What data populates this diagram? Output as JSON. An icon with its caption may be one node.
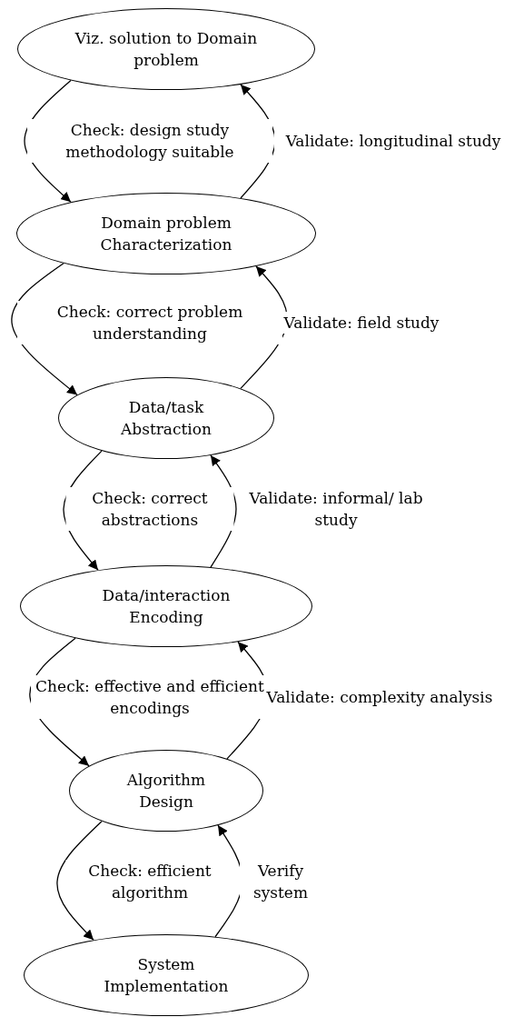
{
  "diagram": {
    "nodes": [
      {
        "text": [
          "Viz. solution to Domain problem"
        ]
      },
      {
        "text": [
          "Domain problem Characterization"
        ]
      },
      {
        "text": [
          "Data/task Abstraction"
        ]
      },
      {
        "text": [
          "Data/interaction Encoding"
        ]
      },
      {
        "text": [
          "Algorithm Design"
        ]
      },
      {
        "text": [
          "System Implementation"
        ]
      }
    ],
    "edges": [
      {
        "from": 0,
        "to": 1,
        "arrow": "to",
        "label": "Check: design study methodology suitable"
      },
      {
        "from": 1,
        "to": 0,
        "arrow": "to",
        "label": "Validate: longitudinal study"
      },
      {
        "from": 1,
        "to": 2,
        "arrow": "to",
        "label": "Check: correct problem understanding"
      },
      {
        "from": 2,
        "to": 1,
        "arrow": "to",
        "label": "Validate: field study"
      },
      {
        "from": 2,
        "to": 3,
        "arrow": "to",
        "label": "Check: correct abstractions"
      },
      {
        "from": 3,
        "to": 2,
        "arrow": "to",
        "label": "Validate: informal/ lab study"
      },
      {
        "from": 3,
        "to": 4,
        "arrow": "to",
        "label": "Check: effective and efficient encodings"
      },
      {
        "from": 4,
        "to": 3,
        "arrow": "to",
        "label": "Validate: complexity analysis"
      },
      {
        "from": 4,
        "to": 5,
        "arrow": "to",
        "label": "Check: efficient algorithm"
      },
      {
        "from": 5,
        "to": 4,
        "arrow": "to",
        "label": "Verify system"
      }
    ]
  }
}
